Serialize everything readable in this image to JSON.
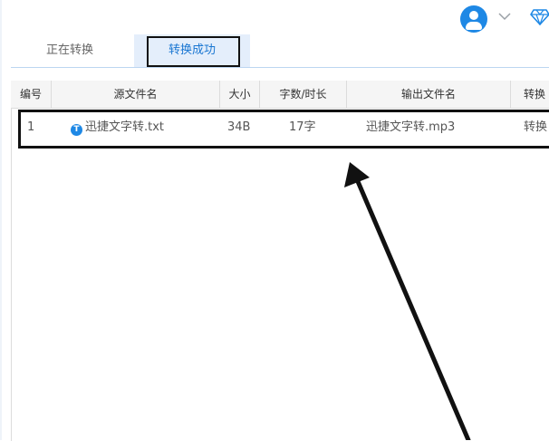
{
  "tabs": [
    {
      "label": "正在转换"
    },
    {
      "label": "转换成功"
    }
  ],
  "table": {
    "headers": [
      "编号",
      "源文件名",
      "大小",
      "字数/时长",
      "输出文件名",
      "转换"
    ],
    "rows": [
      {
        "index": "1",
        "source_name": "迅捷文字转.txt",
        "size": "34B",
        "length": "17字",
        "output_name": "迅捷文字转.mp3",
        "status": "转换"
      }
    ]
  },
  "file_icon_letter": "T",
  "colors": {
    "accent": "#1e88e5",
    "active_tab_bg": "#e4eefb",
    "active_tab_text": "#1976d2",
    "header_bg": "#f5f5f5",
    "annotation": "#111111"
  },
  "icons": [
    "user-avatar-icon",
    "chevron-down-icon",
    "diamond-icon",
    "file-type-t-icon",
    "annotation-arrow"
  ]
}
